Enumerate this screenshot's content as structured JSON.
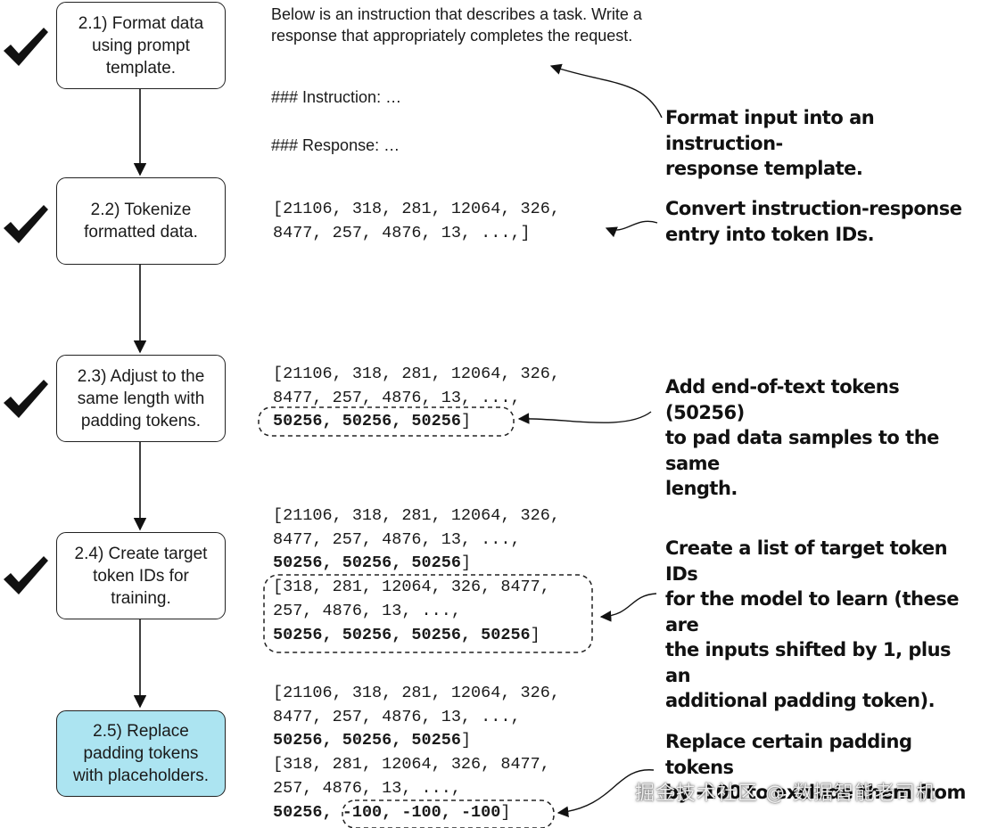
{
  "steps": [
    {
      "label": "2.1) Format data\nusing prompt\ntemplate.",
      "done": true
    },
    {
      "label": "2.2) Tokenize\nformatted data.",
      "done": true
    },
    {
      "label": "2.3) Adjust to the\nsame length with\npadding tokens.",
      "done": true
    },
    {
      "label": "2.4) Create target\ntoken IDs for\ntraining.",
      "done": true
    },
    {
      "label": "2.5) Replace\npadding tokens\nwith placeholders.",
      "done": false,
      "highlight_color": "#ace4f1"
    }
  ],
  "prompt_template": {
    "intro": "Below is an instruction that describes a task. Write a\nresponse that appropriately completes the request.",
    "instruction": "### Instruction: …",
    "response": "### Response: …"
  },
  "code": {
    "tokenized": [
      "[21106, 318, 281, 12064, 326,",
      "8477, 257, 4876, 13, ...,]"
    ],
    "padded": {
      "lines": [
        "[21106, 318, 281, 12064, 326,",
        "8477, 257, 4876, 13, ...,"
      ],
      "pad_line": "50256, 50256, 50256",
      "close": "]"
    },
    "targets": {
      "input_lines": [
        "[21106, 318, 281, 12064, 326,",
        "8477, 257, 4876, 13, ...,"
      ],
      "input_pad": "50256, 50256, 50256",
      "input_close": "]",
      "target_lines": [
        "[318, 281, 12064, 326, 8477,",
        "257, 4876, 13, ...,"
      ],
      "target_pad": "50256, 50256, 50256, 50256",
      "target_close": "]"
    },
    "masked": {
      "input_lines": [
        "[21106, 318, 281, 12064, 326,",
        "8477, 257, 4876, 13, ...,"
      ],
      "input_pad": "50256, 50256, 50256",
      "input_close": "]",
      "target_lines": [
        "[318, 281, 12064, 326, 8477,",
        "257, 4876, 13, ...,"
      ],
      "target_keep": "50256,",
      "target_mask": "-100, -100, -100",
      "target_close": "]"
    }
  },
  "annotations": [
    "Format input into an instruction-\nresponse template.",
    "Convert instruction-response\nentry into token IDs.",
    "Add end-of-text tokens (50256)\nto pad data samples to the same\nlength.",
    "Create a list of target token IDs\nfor the model to learn (these are\nthe inputs shifted by 1, plus an\nadditional padding token).",
    "Replace certain padding tokens\nby -100 to exclude them from"
  ],
  "watermark": "掘金技术社区 @ 数据智能老司机",
  "colors": {
    "highlight": "#ace4f1",
    "line": "#222222"
  },
  "icons": {
    "check": "check-icon"
  }
}
